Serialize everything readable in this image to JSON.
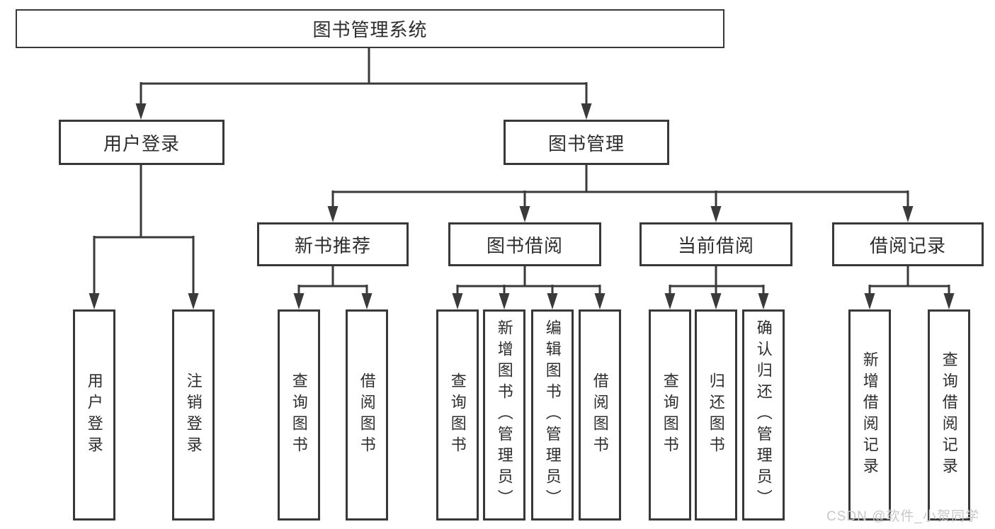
{
  "diagram": {
    "type": "hierarchy-tree",
    "colors": {
      "line": "#3a3a3a",
      "box_border": "#383838",
      "text": "#2d2d2d",
      "background": "#ffffff",
      "watermark_text_color": "#c8c8c8"
    },
    "root": {
      "label": "图书管理系统"
    },
    "branches": [
      {
        "label": "用户登录",
        "children": [
          "用户登录",
          "注销登录"
        ]
      },
      {
        "label": "图书管理",
        "children_groups": [
          {
            "label": "新书推荐",
            "children": [
              "查询图书",
              "借阅图书"
            ]
          },
          {
            "label": "图书借阅",
            "children": [
              "查询图书",
              "新增图书（管理员）",
              "编辑图书（管理员）",
              "借阅图书"
            ]
          },
          {
            "label": "当前借阅",
            "children": [
              "查询图书",
              "归还图书",
              "确认归还（管理员）"
            ]
          },
          {
            "label": "借阅记录",
            "children": [
              "新增借阅记录",
              "查询借阅记录"
            ]
          }
        ]
      }
    ],
    "watermark": "CSDN @软件_小贺同学"
  }
}
